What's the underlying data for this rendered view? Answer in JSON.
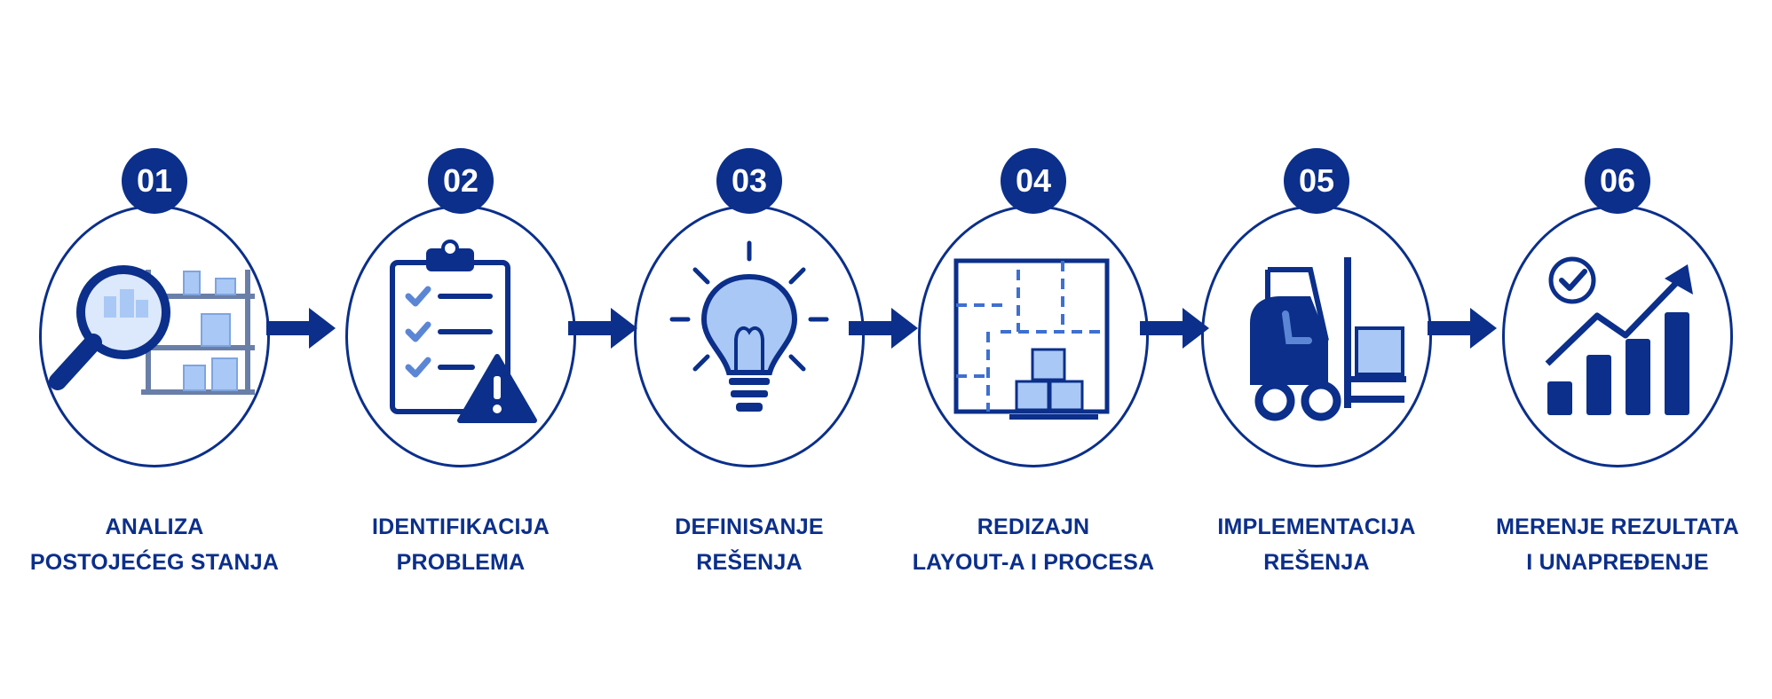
{
  "colors": {
    "primary": "#0b2f8a",
    "light": "#a9c8f5",
    "mid": "#5b86d6"
  },
  "steps": [
    {
      "number": "01",
      "icon": "magnifier-shelves-icon",
      "line1": "ANALIZA",
      "line2": "POSTOJEĆEG STANJA"
    },
    {
      "number": "02",
      "icon": "clipboard-warning-icon",
      "line1": "IDENTIFIKACIJA",
      "line2": "PROBLEMA"
    },
    {
      "number": "03",
      "icon": "lightbulb-icon",
      "line1": "DEFINISANJE",
      "line2": "REŠENJA"
    },
    {
      "number": "04",
      "icon": "floor-plan-boxes-icon",
      "line1": "REDIZAJN",
      "line2": "LAYOUT-A I PROCESA"
    },
    {
      "number": "05",
      "icon": "forklift-icon",
      "line1": "IMPLEMENTACIJA",
      "line2": "REŠENJA"
    },
    {
      "number": "06",
      "icon": "growth-chart-icon",
      "line1": "MERENJE REZULTATA",
      "line2": "I UNAPREĐENJE"
    }
  ]
}
